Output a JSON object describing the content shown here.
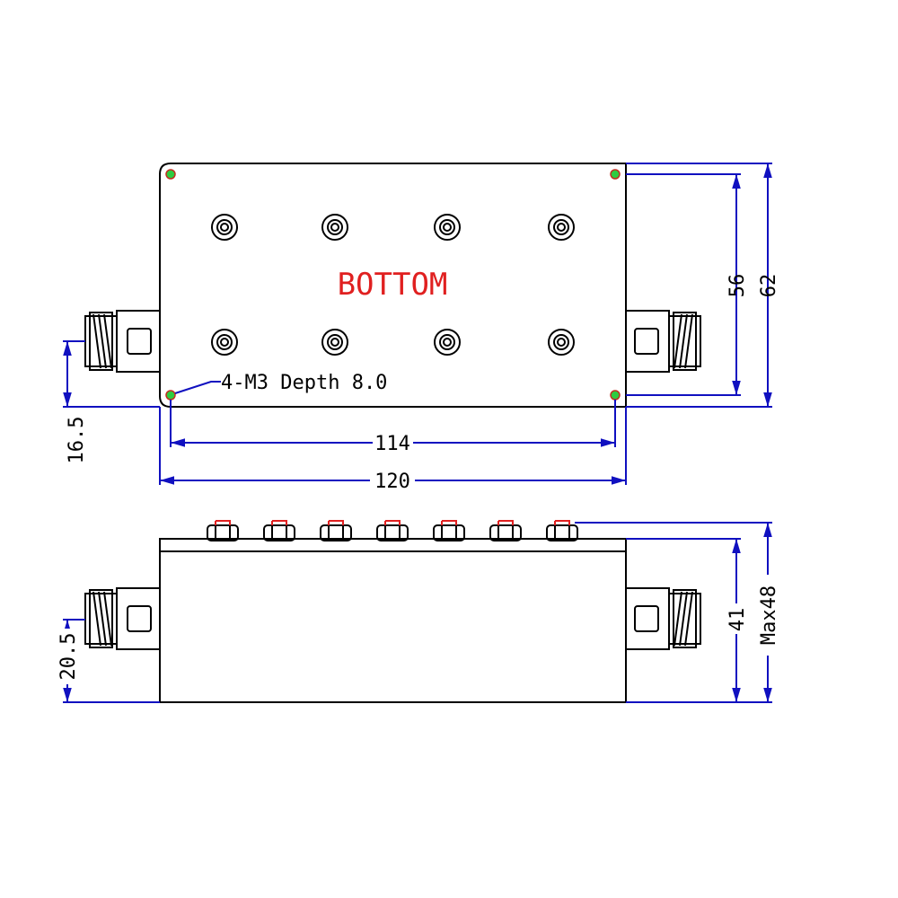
{
  "top_view": {
    "label": "BOTTOM",
    "hole_note": "4-M3 Depth 8.0",
    "dims": {
      "inner_height": "56",
      "outer_height": "62",
      "inner_width": "114",
      "outer_width": "120",
      "connector_offset": "16.5"
    }
  },
  "side_view": {
    "dims": {
      "body_height": "41",
      "max_height": "Max48",
      "connector_offset": "20.5"
    }
  },
  "colors": {
    "outline": "#000000",
    "dimension": "#1010c0",
    "label": "#e02020",
    "hole": "#2ecc40"
  }
}
